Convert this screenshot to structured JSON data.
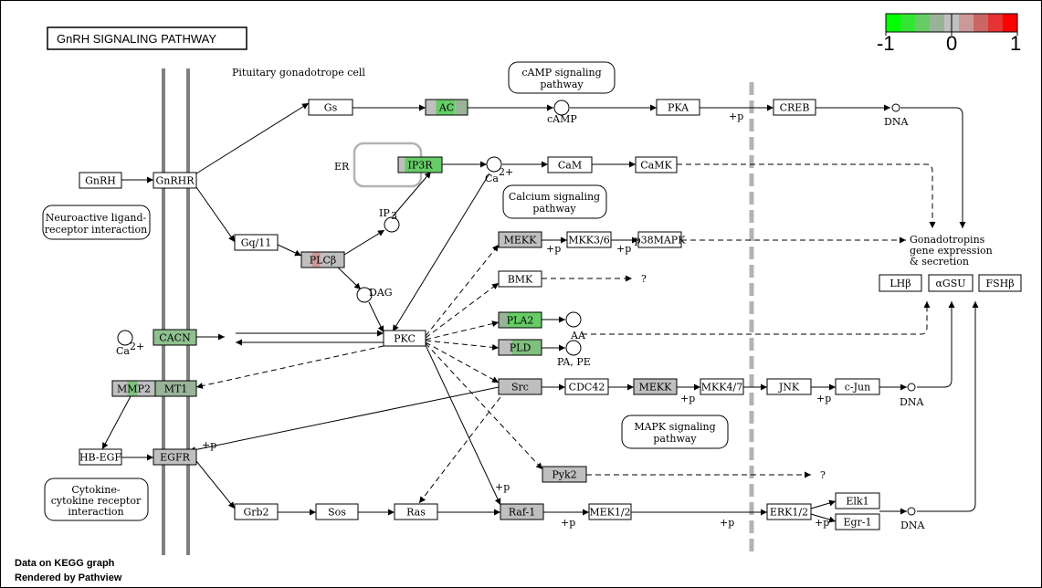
{
  "title": "GnRH  SIGNALING  PATHWAY",
  "cell_label": "Pituitary gonadotrope cell",
  "legend": {
    "colors": [
      "#00ff00",
      "#33e633",
      "#66cc66",
      "#99b399",
      "#bfbfbf",
      "#cc9999",
      "#cc6666",
      "#e63333",
      "#ff0000"
    ],
    "min": "-1",
    "mid": "0",
    "max": "1"
  },
  "footer": {
    "line1": "Data on KEGG graph",
    "line2": "Rendered by Pathview"
  },
  "pathways": {
    "camp": [
      "cAMP signaling",
      "pathway"
    ],
    "calcium": [
      "Calcium signaling",
      "pathway"
    ],
    "mapk": [
      "MAPK signaling",
      "pathway"
    ],
    "neuro": [
      "Neuroactive ligand-",
      "receptor interaction"
    ],
    "cytokine": [
      "Cytokine-",
      "cytokine receptor",
      "interaction"
    ]
  },
  "genes": {
    "gnrh": "GnRH",
    "gnrhr": "GnRHR",
    "gs": "Gs",
    "ac": "AC",
    "pka": "PKA",
    "creb": "CREB",
    "ip3r": "IP3R",
    "cam": "CaM",
    "camk": "CaMK",
    "gq11": "Gq/11",
    "plcb": "PLCβ",
    "mekk1": "MEKK",
    "mkk36": "MKK3/6",
    "p38": "p38MAPK",
    "bmk": "BMK",
    "pla2": "PLA2",
    "pld": "PLD",
    "pkc": "PKC",
    "cacn": "CACN",
    "mmp2": "MMP2",
    "mt1": "MT1",
    "src": "Src",
    "cdc42": "CDC42",
    "mekk2": "MEKK",
    "mkk47": "MKK4/7",
    "jnk": "JNK",
    "cjun": "c-Jun",
    "hbegf": "HB-EGF",
    "egfr": "EGFR",
    "pyk2": "Pyk2",
    "grb2": "Grb2",
    "sos": "Sos",
    "ras": "Ras",
    "raf1": "Raf-1",
    "mek12": "MEK1/2",
    "erk12": "ERK1/2",
    "elk1": "Elk1",
    "egr1": "Egr-1",
    "lhb": "LHβ",
    "agsu": "αGSU",
    "fshb": "FSHβ"
  },
  "labels": {
    "camp": "cAMP",
    "dna": "DNA",
    "er": "ER",
    "ca": "Ca",
    "sup2": "2+",
    "ip": "IP",
    "sub3": "3",
    "dag": "DAG",
    "aa": "AA",
    "pape": "PA, PE",
    "p": "+p",
    "q": "?",
    "gonado": [
      "Gonadotropins",
      "gene expression",
      "& secretion"
    ]
  }
}
